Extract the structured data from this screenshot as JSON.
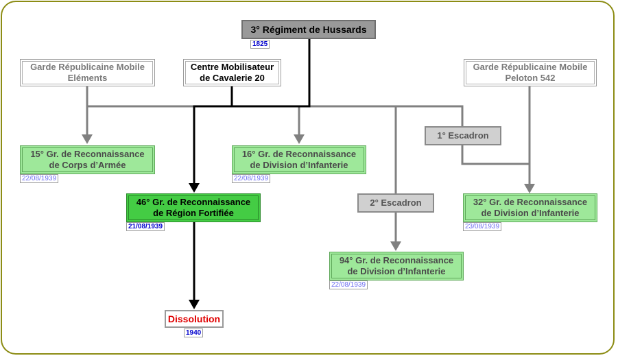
{
  "title": "3° Régiment de Hussards — lineage diagram",
  "colors": {
    "frame_border": "#8c8c14",
    "strong_line": "#000000",
    "weak_line": "#808080",
    "green_box": "#9ee89a",
    "highlight_box": "#44cc44",
    "escadron_box": "#d0d0d0",
    "root_box": "#999999",
    "dissolution_text": "#e00000",
    "date_light": "#6c6cf0",
    "date_dark": "#0000cc"
  },
  "nodes": {
    "root": {
      "label": "3° Régiment de Hussards",
      "date": "1825"
    },
    "grm_elements": {
      "label": "Garde Républicaine Mobile\nEléments"
    },
    "cmc20": {
      "label": "Centre Mobilisateur\nde Cavalerie 20"
    },
    "grm_peloton": {
      "label": "Garde Républicaine Mobile\nPeloton 542"
    },
    "esc1": {
      "label": "1° Escadron"
    },
    "esc2": {
      "label": "2° Escadron"
    },
    "gr15": {
      "label": "15° Gr. de Reconnaissance\nde Corps d’Armée",
      "date": "22/08/1939"
    },
    "gr16": {
      "label": "16° Gr. de Reconnaissance\nde Division d’Infanterie",
      "date": "22/08/1939"
    },
    "gr46": {
      "label": "46° Gr. de Reconnaissance\nde Région Fortifiée",
      "date": "21/08/1939"
    },
    "gr32": {
      "label": "32° Gr. de Reconnaissance\nde Division d’Infanterie",
      "date": "23/08/1939"
    },
    "gr94": {
      "label": "94° Gr. de Reconnaissance\nde Division d’Infanterie",
      "date": "22/08/1939"
    },
    "dissolution": {
      "label": "Dissolution",
      "date": "1940"
    }
  },
  "edges": [
    {
      "from": "root",
      "to": "gr46",
      "style": "strong"
    },
    {
      "from": "cmc20",
      "to": "gr46",
      "style": "strong"
    },
    {
      "from": "gr46",
      "to": "dissolution",
      "style": "strong"
    },
    {
      "from": "grm_elements",
      "to": "gr15",
      "style": "weak"
    },
    {
      "from": "root",
      "to": "gr15",
      "style": "weak"
    },
    {
      "from": "root",
      "to": "gr16",
      "style": "weak"
    },
    {
      "from": "root",
      "to": "esc2",
      "style": "weak"
    },
    {
      "from": "root",
      "to": "esc1",
      "style": "weak"
    },
    {
      "from": "esc1",
      "to": "gr32",
      "style": "weak"
    },
    {
      "from": "grm_peloton",
      "to": "gr32",
      "style": "weak"
    },
    {
      "from": "esc2",
      "to": "gr94",
      "style": "weak"
    }
  ]
}
